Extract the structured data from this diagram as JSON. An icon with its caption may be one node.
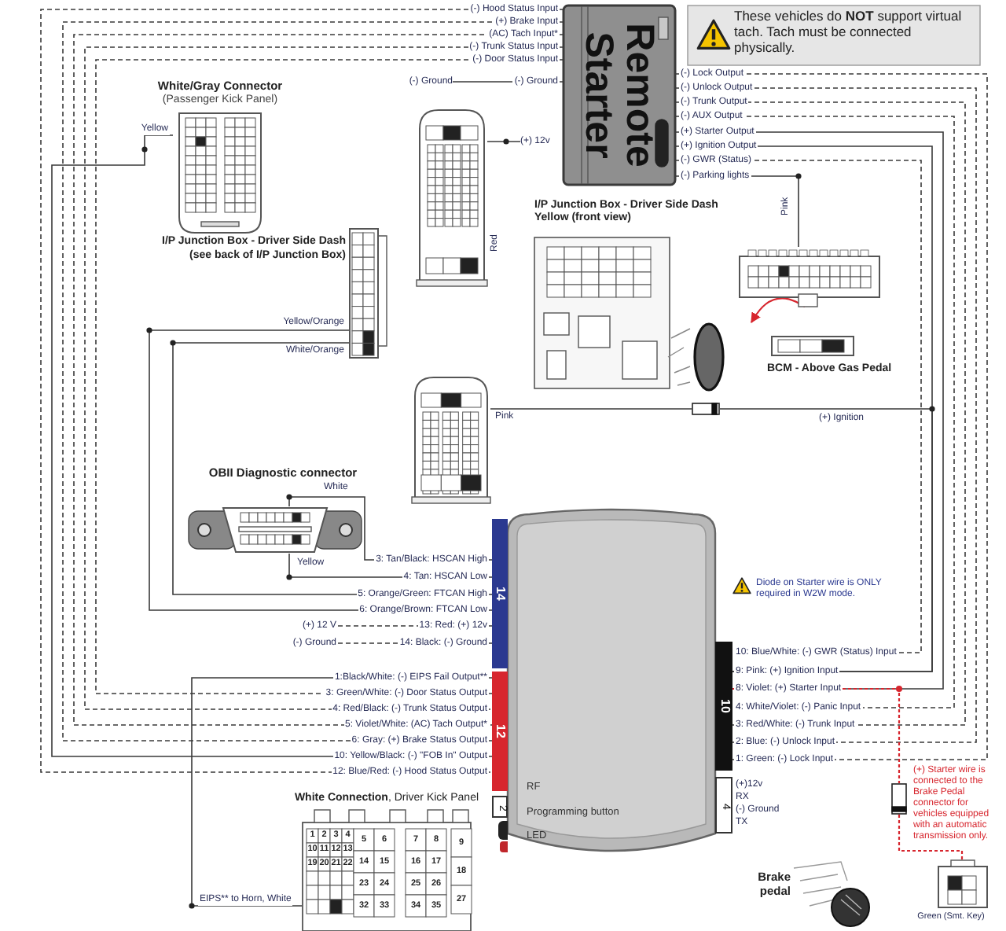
{
  "diagram": {
    "nodes": [
      {
        "text": [
          "Remote Starter"
        ]
      },
      {
        "text": [
          "These vehicles do **NOT** support virtual tach. Tach must be connected physically."
        ]
      },
      {
        "text": [
          "White/Gray Connector",
          "(Passenger Kick Panel)"
        ]
      },
      {
        "text": [
          "I/P Junction Box - Driver Side Dash",
          "(see back of I/P Junction Box)"
        ]
      },
      {
        "text": [],
        "shape": "picture",
        "beside": [
          "Red"
        ]
      },
      {
        "text": [
          "I/P Junction Box - Driver Side Dash Yellow (front view)"
        ]
      },
      {
        "text": [],
        "shape": "picture"
      },
      {
        "text": [
          "BCM - Above Gas Pedal"
        ]
      },
      {
        "text": [],
        "shape": "picture",
        "beside": [
          "Pink"
        ]
      },
      {
        "text": [
          "OBII Diagnostic connector"
        ]
      },
      {
        "text": [
          "RF",
          "Programming button",
          "LED"
        ]
      },
      {
        "text": [
          "14"
        ]
      },
      {
        "text": [
          "12"
        ]
      },
      {
        "text": [
          "2"
        ]
      },
      {
        "text": [
          "10"
        ]
      },
      {
        "text": [
          "4"
        ]
      },
      {
        "text": [
          "**White Connection**, Driver Kick Panel"
        ]
      },
      {
        "text": [],
        "shape": "diode"
      },
      {
        "text": [
          "Brake pedal"
        ]
      },
      {
        "text": [],
        "shape": "picture",
        "beside": [
          "Green (Smt. Key)"
        ]
      },
      {
        "text": [],
        "shape": "diode"
      },
      {
        "text": [
          "(-) Ground"
        ]
      },
      {
        "text": [
          "(+) 12v"
        ]
      },
      {
        "text": [
          "(+) 12 V"
        ]
      },
      {
        "text": [
          "(-) Ground"
        ]
      }
    ],
    "edges": [
      {
        "from": 0,
        "to": 12,
        "arrow": "none",
        "style": "dashed"
      },
      {
        "from": 0,
        "to": 12,
        "arrow": "none",
        "style": "dashed"
      },
      {
        "from": 0,
        "to": 12,
        "arrow": "none",
        "style": "dashed"
      },
      {
        "from": 0,
        "to": 12,
        "arrow": "none",
        "style": "dashed"
      },
      {
        "from": 0,
        "to": 12,
        "arrow": "none",
        "style": "dashed"
      },
      {
        "from": 0,
        "to": 21,
        "arrow": "none"
      },
      {
        "from": 2,
        "to": 12,
        "arrow": "none"
      },
      {
        "from": 4,
        "to": 22,
        "arrow": "none"
      },
      {
        "from": 0,
        "to": 14,
        "arrow": "none",
        "style": "dashed"
      },
      {
        "from": 0,
        "to": 14,
        "arrow": "none",
        "style": "dashed"
      },
      {
        "from": 0,
        "to": 14,
        "arrow": "none",
        "style": "dashed"
      },
      {
        "from": 0,
        "to": 14,
        "arrow": "none",
        "style": "dashed"
      },
      {
        "from": 0,
        "to": 14,
        "arrow": "none"
      },
      {
        "from": 0,
        "to": 14,
        "arrow": "none"
      },
      {
        "from": 0,
        "to": 14,
        "arrow": "none",
        "style": "dashed"
      },
      {
        "from": 0,
        "to": 6,
        "arrow": "none"
      },
      {
        "from": 3,
        "to": 11,
        "arrow": "none"
      },
      {
        "from": 3,
        "to": 11,
        "arrow": "none"
      },
      {
        "from": 9,
        "to": 11,
        "arrow": "none"
      },
      {
        "from": 9,
        "to": 11,
        "arrow": "none"
      },
      {
        "from": 11,
        "to": 23,
        "arrow": "none",
        "style": "dashed"
      },
      {
        "from": 11,
        "to": 24,
        "arrow": "none",
        "style": "dashed"
      },
      {
        "from": 12,
        "to": 16,
        "arrow": "none"
      },
      {
        "from": 8,
        "to": 17,
        "arrow": "none"
      },
      {
        "from": 17,
        "to": 14,
        "arrow": "none"
      },
      {
        "from": 14,
        "to": 20,
        "arrow": "none",
        "style": "dashed",
        "color": "#d7262e"
      },
      {
        "from": 20,
        "to": 19,
        "arrow": "none",
        "style": "dashed",
        "color": "#d7262e"
      },
      {
        "from": 6,
        "to": 7,
        "arrow": "to",
        "color": "#d7262e"
      }
    ],
    "labels": [
      "(-) Hood Status Input",
      "(+) Brake Input",
      "(AC) Tach Input*",
      "(-) Trunk Status Input",
      "(-) Door Status Input",
      "(-) Ground",
      "Yellow",
      "(-) Lock Output",
      "(-) Unlock Output",
      "(-) Trunk Output",
      "(-) AUX Output",
      "(+) Starter Output",
      "(+) Ignition Output",
      "(-) GWR (Status)",
      "(-) Parking lights",
      "Pink",
      "Yellow/Orange",
      "White/Orange",
      "(+) Ignition",
      "White",
      "Yellow",
      "3: Tan/Black: HSCAN High",
      "4: Tan: HSCAN Low",
      "5: Orange/Green: FTCAN High",
      "6: Orange/Brown: FTCAN Low",
      "Diode on Starter wire is ONLY required in W2W mode.",
      "13: Red: (+) 12v",
      "14: Black: (-) Ground",
      "10: Blue/White: (-) GWR (Status) Input",
      "9: Pink: (+) Ignition Input",
      "8: Violet: (+) Starter Input",
      "4: White/Violet: (-) Panic Input",
      "3: Red/White: (-) Trunk Input",
      "2: Blue: (-) Unlock Input",
      "1: Green: (-) Lock Input",
      "1:Black/White: (-) EIPS Fail Output**",
      "3: Green/White: (-) Door Status Output",
      "4: Red/Black: (-) Trunk Status Output",
      "5: Violet/White: (AC) Tach Output*",
      "6: Gray: (+) Brake Status Output",
      "10: Yellow/Black: (-) \"FOB In\" Output",
      "12: Blue/Red: (-) Hood Status Output",
      "(+)12v",
      "RX",
      "(-) Ground",
      "TX",
      "(+) Starter wire is connected to the Brake Pedal connector for vehicles equipped with an automatic transmission only.",
      "EIPS** to Horn, White",
      "1",
      "2",
      "3",
      "4",
      "5",
      "6",
      "7",
      "8",
      "9",
      "10",
      "11",
      "12",
      "13",
      "14",
      "15",
      "16",
      "17",
      "18",
      "19",
      "20",
      "21",
      "22",
      "23",
      "24",
      "25",
      "26",
      "27",
      "32",
      "33",
      "34",
      "35"
    ]
  }
}
